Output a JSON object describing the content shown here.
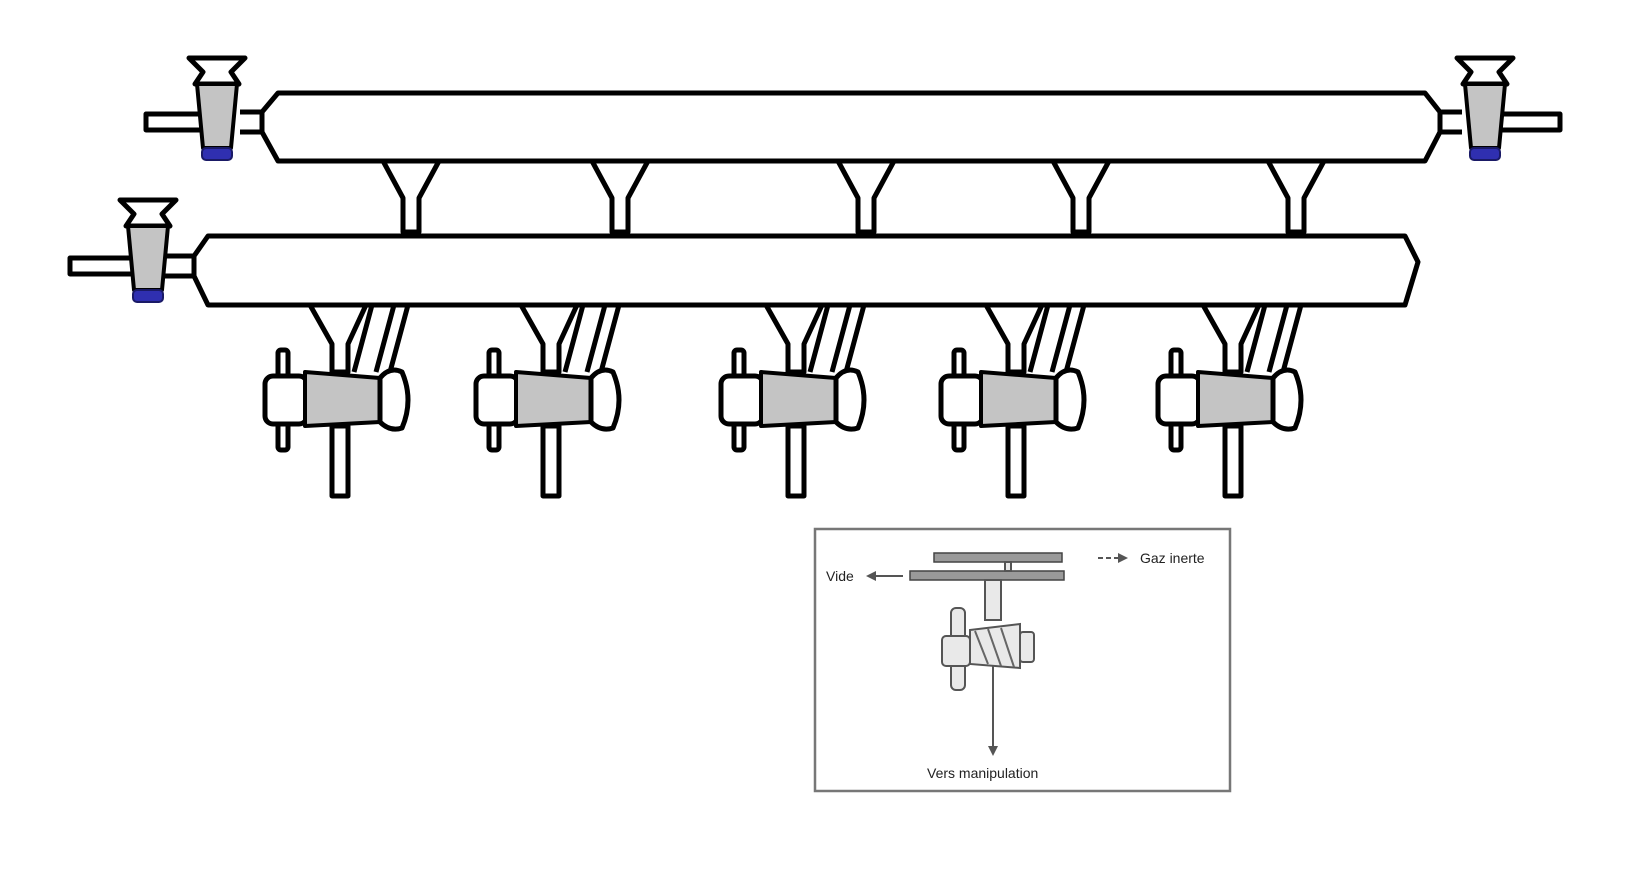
{
  "inset": {
    "label_vacuum": "Vide",
    "label_inert_gas": "Gaz inerte",
    "label_to_setup": "Vers manipulation"
  }
}
